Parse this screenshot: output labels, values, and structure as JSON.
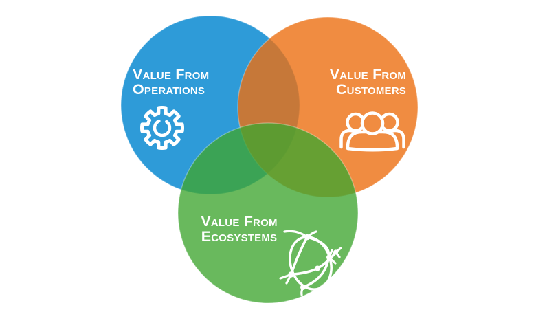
{
  "diagram": {
    "type": "venn-3-circles",
    "background": "#FFFFFF",
    "text_color": "#FFFFFF",
    "icon_color": "#FFFFFF",
    "edge_highlight": "#FFFFFF",
    "circles": {
      "operations": {
        "label_line1": "Value From",
        "label_line2": "Operations",
        "fill": "#2E9BD8",
        "fill_opacity": "1",
        "solid": "#2E9BD8",
        "icon": "gear-icon"
      },
      "customers": {
        "label_line1": "Value From",
        "label_line2": "Customers",
        "fill": "#EC6F12",
        "fill_opacity": "0.8",
        "solid": "#F08C41",
        "icon": "people-icon"
      },
      "ecosystems": {
        "label_line1": "Value From",
        "label_line2": "Ecosystems",
        "fill": "#3FA52F",
        "fill_opacity": "0.78",
        "solid": "#69B95D",
        "icon": "network-globe-icon"
      }
    }
  }
}
